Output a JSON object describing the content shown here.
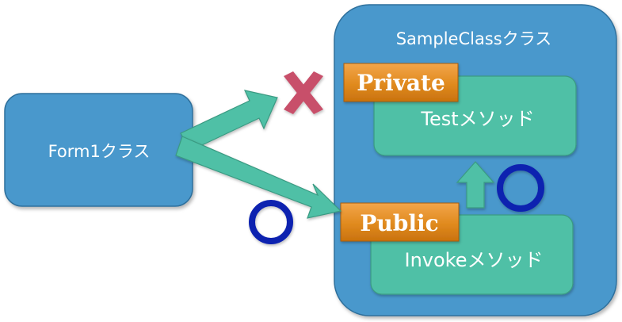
{
  "form1_class": {
    "label": "Form1クラス"
  },
  "sample_class": {
    "title": "SampleClassクラス",
    "private_method": {
      "tag": "Private",
      "label": "Testメソッド"
    },
    "public_method": {
      "tag": "Public",
      "label": "Invokeメソッド"
    }
  },
  "colors": {
    "class_box": "#4a98cc",
    "method_box": "#4fc0a6",
    "arrow": "#4fc0a6",
    "tag": "#e08a1e",
    "denied_mark": "#c8506a",
    "allowed_mark": "#1023b0"
  }
}
